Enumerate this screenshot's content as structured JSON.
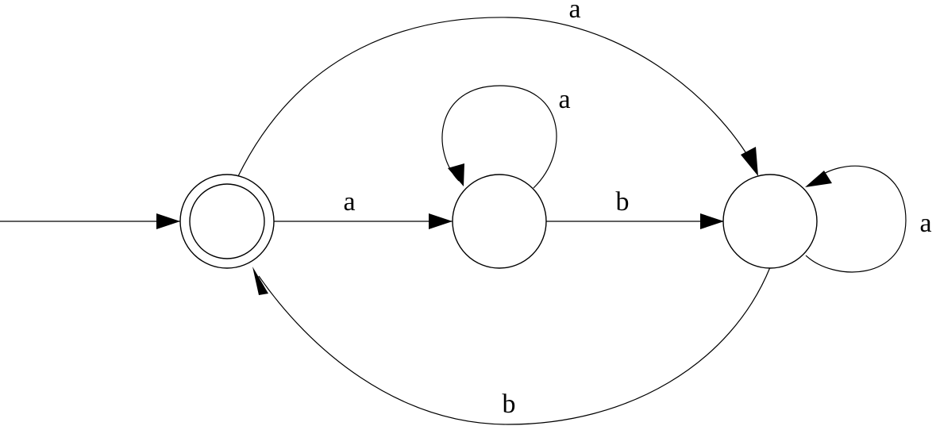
{
  "diagram": {
    "type": "finite-automaton",
    "stroke_color": "#000000",
    "background_color": "#ffffff",
    "states": [
      {
        "id": "q0",
        "accepting": true,
        "initial": true
      },
      {
        "id": "q1",
        "accepting": false,
        "initial": false
      },
      {
        "id": "q2",
        "accepting": false,
        "initial": false
      }
    ],
    "transitions": [
      {
        "from": "q0",
        "to": "q1",
        "symbol": "a"
      },
      {
        "from": "q1",
        "to": "q1",
        "symbol": "a"
      },
      {
        "from": "q1",
        "to": "q2",
        "symbol": "b"
      },
      {
        "from": "q0",
        "to": "q2",
        "symbol": "a"
      },
      {
        "from": "q2",
        "to": "q2",
        "symbol": "a"
      },
      {
        "from": "q2",
        "to": "q0",
        "symbol": "b"
      }
    ]
  }
}
